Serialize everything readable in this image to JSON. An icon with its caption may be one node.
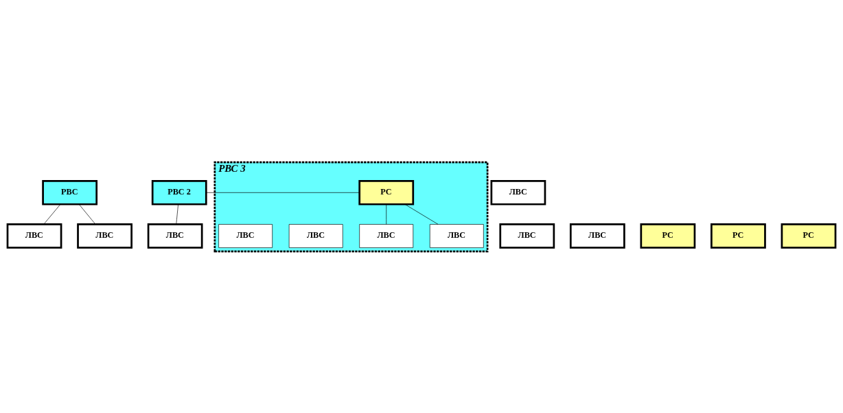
{
  "diagram": {
    "nodes": [
      {
        "text": [
          "РВС"
        ]
      },
      {
        "text": [
          "РВС 2"
        ]
      },
      {
        "text": [
          "РВС 3"
        ]
      },
      {
        "text": [
          "РС"
        ],
        "in": 2
      },
      {
        "text": [
          "ЛВС"
        ],
        "in": 2
      },
      {
        "text": [
          "ЛВС"
        ],
        "in": 2
      },
      {
        "text": [
          "ЛВС"
        ],
        "in": 2
      },
      {
        "text": [
          "ЛВС"
        ],
        "in": 2
      },
      {
        "text": [
          "ЛВС"
        ]
      },
      {
        "text": [
          "ЛВС"
        ]
      },
      {
        "text": [
          "ЛВС"
        ]
      },
      {
        "text": [
          "ЛВС"
        ]
      },
      {
        "text": [
          "ЛВС"
        ]
      },
      {
        "text": [
          "РС"
        ]
      },
      {
        "text": [
          "РС"
        ]
      },
      {
        "text": [
          "РС"
        ]
      },
      {
        "text": [
          "ЛВС"
        ]
      }
    ],
    "edges": [
      {
        "from": 0,
        "to": 11,
        "arrow": "none"
      },
      {
        "from": 0,
        "to": 12,
        "arrow": "none"
      },
      {
        "from": 1,
        "to": 16,
        "arrow": "none"
      },
      {
        "from": 1,
        "to": 3,
        "arrow": "none"
      },
      {
        "from": 3,
        "to": 6,
        "arrow": "none"
      },
      {
        "from": 3,
        "to": 7,
        "arrow": "none"
      }
    ]
  }
}
